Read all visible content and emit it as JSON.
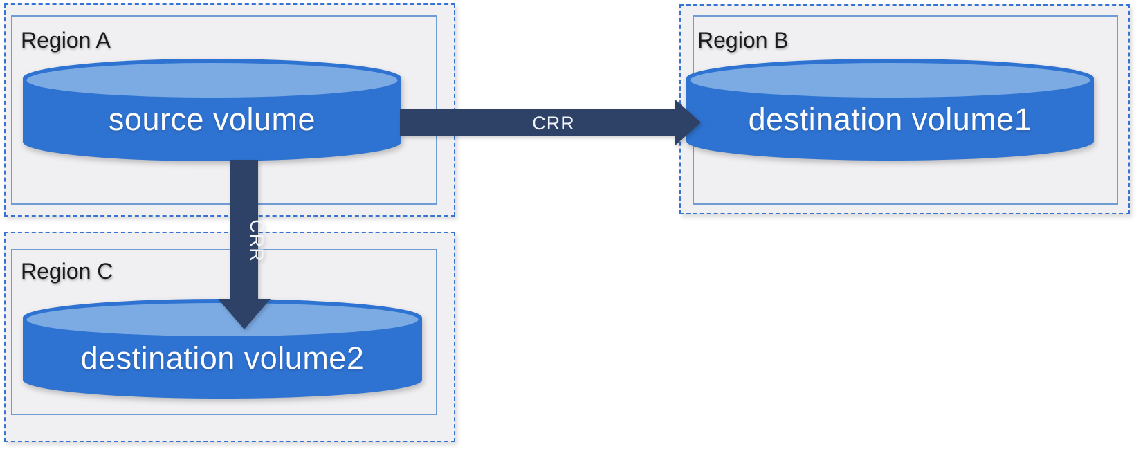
{
  "regions": [
    {
      "label": "Region A"
    },
    {
      "label": "Region B"
    },
    {
      "label": "Region C"
    }
  ],
  "volumes": [
    {
      "label": "source volume",
      "region": "Region A"
    },
    {
      "label": "destination volume1",
      "region": "Region B"
    },
    {
      "label": "destination volume2",
      "region": "Region C"
    }
  ],
  "arrows": [
    {
      "label": "CRR",
      "from": "source volume",
      "to": "destination volume1",
      "direction": "right"
    },
    {
      "label": "CRR",
      "from": "source volume",
      "to": "destination volume2",
      "direction": "down"
    }
  ],
  "colors": {
    "cylinder_body": "#2e73d1",
    "cylinder_top_cap": "#7cabe4",
    "arrow": "#2e4268",
    "region_fill": "#f0eff1",
    "region_border_outer": "#3673d2",
    "region_border_inner": "#6f9cd3",
    "region_label_text": "#1a1a1e",
    "volume_label_text": "#fdfdfe"
  }
}
